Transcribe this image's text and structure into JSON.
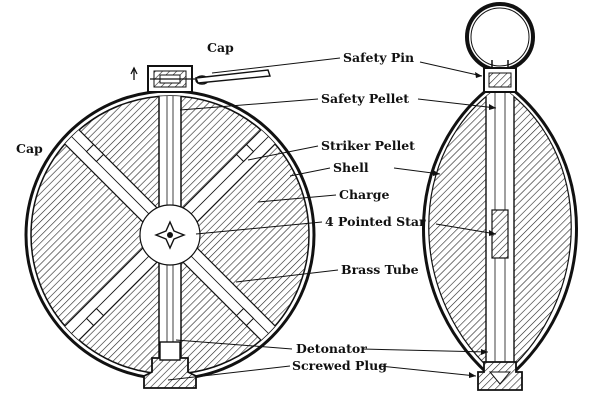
{
  "labels": {
    "cap_top": "Cap",
    "cap_left": "Cap",
    "safety_pin": "Safety Pin",
    "safety_pellet": "Safety Pellet",
    "striker_pellet": "Striker Pellet",
    "shell": "Shell",
    "charge": "Charge",
    "pointed_star": "4 Pointed Star",
    "brass_tube": "Brass Tube",
    "detonator": "Detonator",
    "screwed_plug": "Screwed Plug"
  },
  "colors": {
    "ink": "#111111",
    "paper": "#ffffff"
  }
}
